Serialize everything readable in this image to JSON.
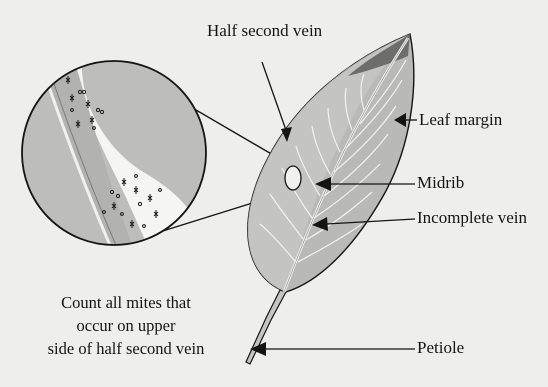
{
  "labels": {
    "half_second_vein": "Half second vein",
    "leaf_margin": "Leaf margin",
    "midrib": "Midrib",
    "incomplete_vein": "Incomplete vein",
    "petiole": "Petiole"
  },
  "caption": {
    "line1": "Count all mites that",
    "line2": "occur on upper",
    "line3": "side of half second vein"
  },
  "colors": {
    "background": "#eeeeec",
    "ink": "#141414",
    "leaf_fill": "#b9b9b7",
    "leaf_light": "#c8c8c6",
    "magnifier_fill": "#bdbdbb",
    "vein_band": "#f5f5f3"
  }
}
